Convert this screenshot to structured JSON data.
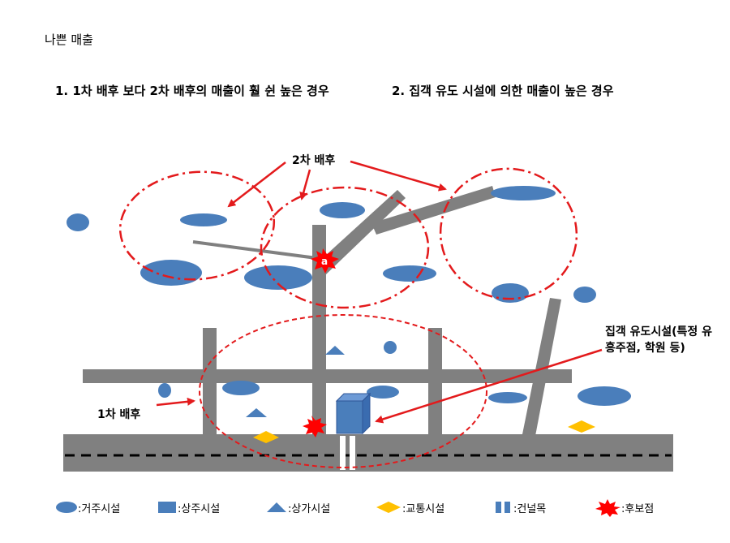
{
  "title": "나쁜 매출",
  "cases": {
    "case1": "1. 1차 배후 보다 2차 배후의 매출이 훨 쉰 높은 경우",
    "case2": "2. 집객 유도 시설에 의한 매출이 높은 경우"
  },
  "labels": {
    "secondary": "2차 배후",
    "primary": "1차 배후",
    "attraction": "집객 유도시설(특정 유흥주점, 학원 등)",
    "candidate_a": "a"
  },
  "legend": [
    {
      "icon": "ellipse-icon",
      "label": ":거주시설"
    },
    {
      "icon": "square-icon",
      "label": ":상주시설"
    },
    {
      "icon": "triangle-icon",
      "label": ":상가시설"
    },
    {
      "icon": "diamond-icon",
      "label": ":교통시설"
    },
    {
      "icon": "crosswalk-icon",
      "label": ":건널목"
    },
    {
      "icon": "starburst-icon",
      "label": ":후보점"
    }
  ],
  "colors": {
    "residential": "#4a7ebb",
    "road": "#808080",
    "circle": "#e31a1c",
    "transport": "#ffc000"
  }
}
